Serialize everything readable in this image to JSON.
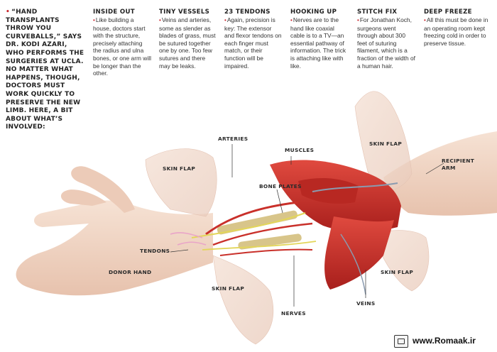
{
  "intro": {
    "bullet": "•",
    "text": "“HAND TRANSPLANTS THROW YOU CURVEBALLS,” SAYS DR. KODI AZARI, WHO PERFORMS THE SURGERIES AT UCLA. NO MATTER WHAT HAPPENS, THOUGH, DOCTORS MUST WORK QUICKLY TO PRESERVE THE NEW LIMB. HERE, A BIT ABOUT WHAT’S INVOLVED:"
  },
  "columns": [
    {
      "title": "INSIDE OUT",
      "text": "Like building a house, doctors start with the structure, precisely attaching the radius and ulna bones, or one arm will be longer than the other."
    },
    {
      "title": "TINY VESSELS",
      "text": "Veins and arteries, some as slender as blades of grass, must be sutured together one by one. Too few sutures and there may be leaks."
    },
    {
      "title": "23 TENDONS",
      "text": "Again, precision is key: The extensor and flexor tendons on each finger must match, or their function will be impaired."
    },
    {
      "title": "HOOKING UP",
      "text": "Nerves are to the hand like coaxial cable is to a TV—an essential pathway of information. The trick is attaching like with like."
    },
    {
      "title": "STITCH FIX",
      "text": "For Jonathan Koch, surgeons went through about 300 feet of suturing filament, which is a fraction of the width of a human hair."
    },
    {
      "title": "DEEP FREEZE",
      "text": "All this must be done in an operating room kept freezing cold in order to preserve tissue."
    }
  ],
  "labels": {
    "arteries": "ARTERIES",
    "muscles": "MUSCLES",
    "skin_flap_top_right": "SKIN FLAP",
    "recipient_arm": "RECIPIENT ARM",
    "skin_flap_top_left": "SKIN FLAP",
    "bone_plates": "BONE PLATES",
    "tendons": "TENDONS",
    "donor_hand": "DONOR HAND",
    "skin_flap_right": "SKIN FLAP",
    "skin_flap_bottom": "SKIN FLAP",
    "nerves": "NERVES",
    "veins": "VEINS"
  },
  "footer": {
    "site": "www.Romaak.ir"
  },
  "colors": {
    "accent": "#c8252c",
    "skin": "#f1d7c6",
    "muscle": "#c62f2a",
    "nerve": "#e3d65a",
    "plate": "#d8c58a"
  }
}
